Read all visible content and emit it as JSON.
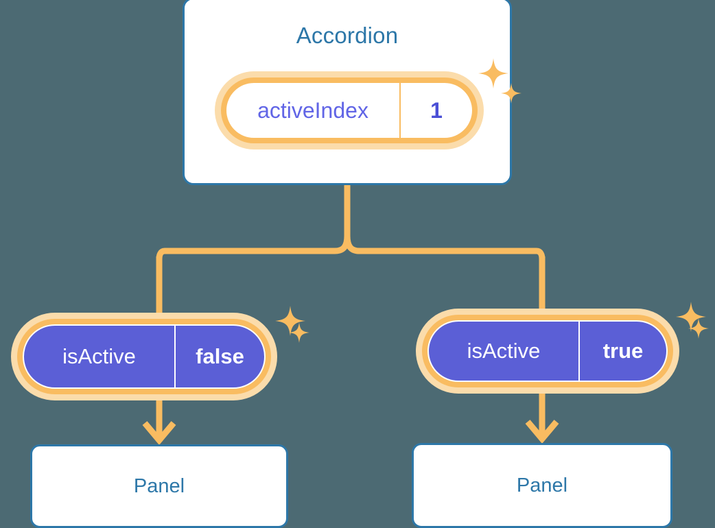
{
  "theme": {
    "background": "#4c6a73",
    "card_border": "#2d77a8",
    "title_text": "#2d77a8",
    "pill_halo": "#fbdcab",
    "pill_ring": "#f9bc61",
    "pill_purple_fill": "#5b5fd6",
    "key_text_root": "#6165e6",
    "value_text_root": "#4a4fd6",
    "child_text": "#ffffff",
    "connector": "#f9bc61"
  },
  "diagram": {
    "type": "component-state-tree",
    "root": {
      "title": "Accordion",
      "state": {
        "key": "activeIndex",
        "value": "1"
      }
    },
    "children": [
      {
        "state": {
          "key": "isActive",
          "value": "false"
        },
        "leaf": {
          "title": "Panel"
        }
      },
      {
        "state": {
          "key": "isActive",
          "value": "true"
        },
        "leaf": {
          "title": "Panel"
        }
      }
    ]
  },
  "icons": {
    "sparkle_large": "sparkle-large-icon",
    "sparkle_small": "sparkle-small-icon",
    "arrow_down": "arrow-down-icon"
  }
}
